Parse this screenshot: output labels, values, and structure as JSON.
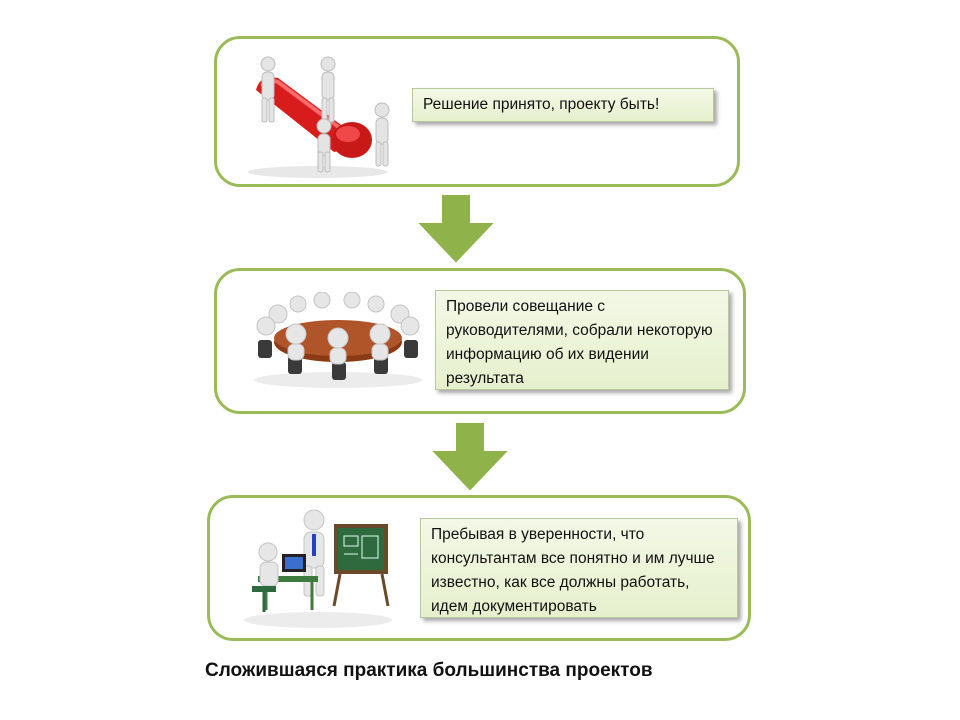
{
  "stages": [
    {
      "text": "Решение принято, проекту быть!",
      "icon": "people-carrying-exclamation-icon"
    },
    {
      "text": "Провели совещание с руководителями, собрали некоторую информацию об их видении результата",
      "icon": "meeting-table-icon"
    },
    {
      "text": "Пребывая в уверенности, что консультантам все понятно и им лучше известно, как все должны работать, идем  документировать",
      "icon": "presenter-chalkboard-icon"
    }
  ],
  "caption": "Сложившаяся практика большинства проектов",
  "colors": {
    "border": "#9bbb59",
    "arrow": "#8fb24b",
    "note_bg": "#eaf2d6",
    "exclamation": "#e02020"
  }
}
